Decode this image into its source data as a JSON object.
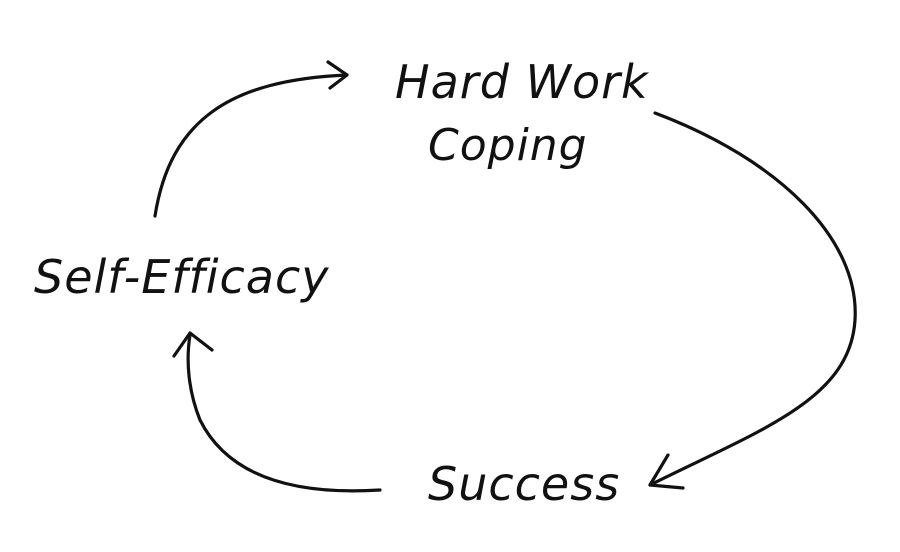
{
  "diagram": {
    "nodes": {
      "hard_work": "Hard Work",
      "coping": "Coping",
      "self_efficacy": "Self-Efficacy",
      "success": "Success"
    },
    "colors": {
      "ink": "#111111",
      "background": "#ffffff"
    },
    "edges": [
      {
        "from": "Self-Efficacy",
        "to": "Hard Work"
      },
      {
        "from": "Hard Work",
        "to": "Success"
      },
      {
        "from": "Success",
        "to": "Self-Efficacy"
      }
    ]
  }
}
